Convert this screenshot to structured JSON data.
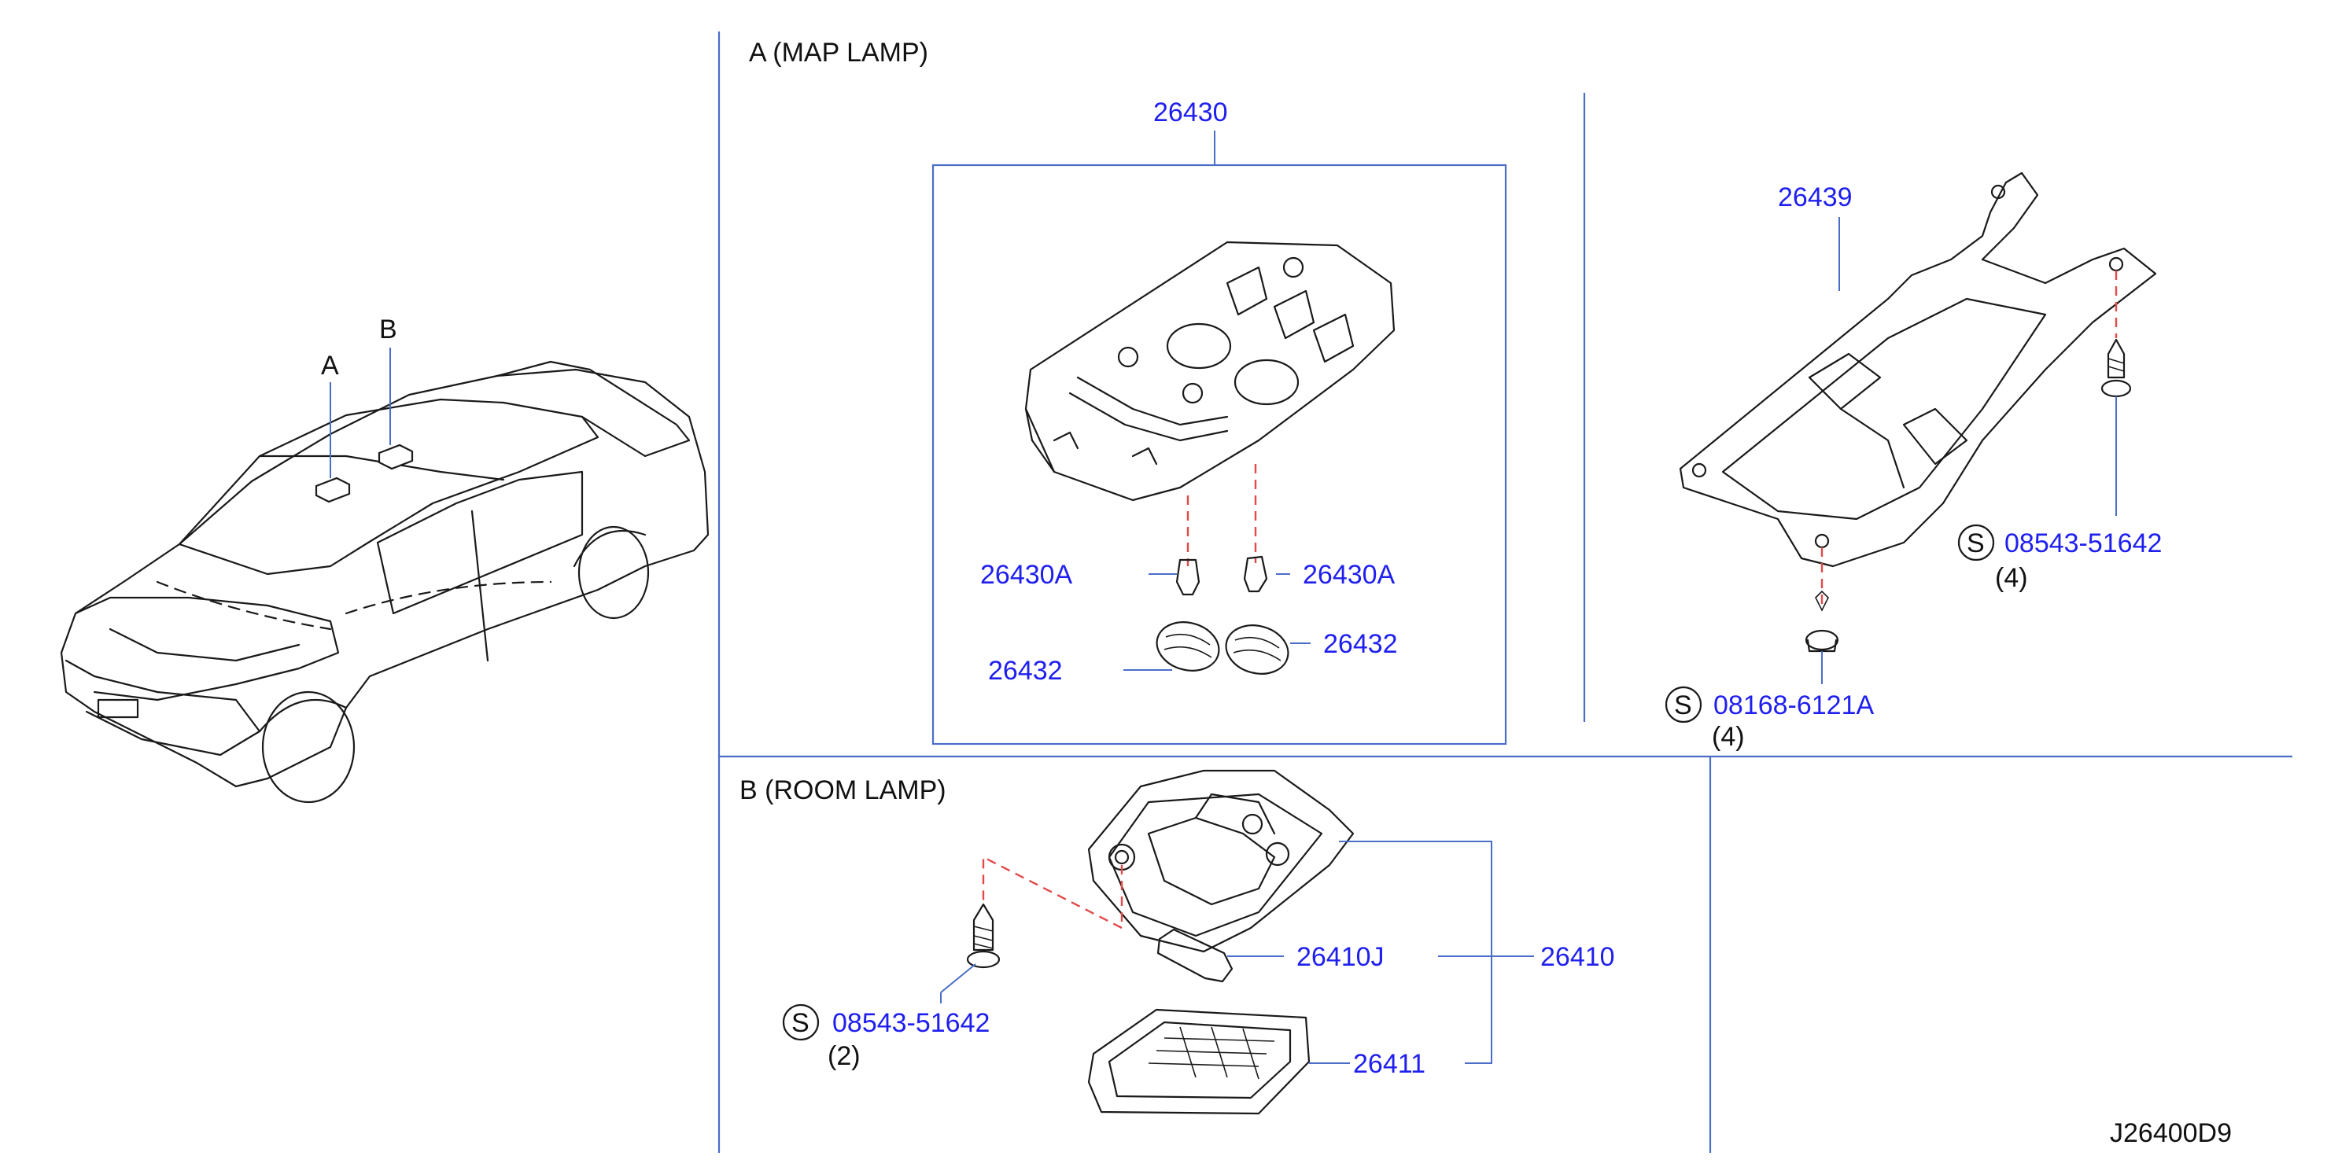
{
  "car_view": {
    "marker_a": "A",
    "marker_b": "B"
  },
  "section_a": {
    "title": "A (MAP LAMP)",
    "assembly_part": "26430",
    "bulb_left": "26430A",
    "bulb_right": "26430A",
    "lens_left": "26432",
    "lens_right": "26432",
    "bracket_part": "26439",
    "screw_right": {
      "symbol": "S",
      "part": "08543-51642",
      "qty": "(4)"
    },
    "screw_bottom": {
      "symbol": "S",
      "part": "08168-6121A",
      "qty": "(4)"
    }
  },
  "section_b": {
    "title": "B (ROOM LAMP)",
    "assembly_part": "26410",
    "bulb_part": "26410J",
    "lens_part": "26411",
    "screw": {
      "symbol": "S",
      "part": "08543-51642",
      "qty": "(2)"
    }
  },
  "diagram_code": "J26400D9",
  "colors": {
    "part_number": "#1f1ff0",
    "frame_lines": "#4a6dc8",
    "hidden_lines": "#e24a4a"
  }
}
